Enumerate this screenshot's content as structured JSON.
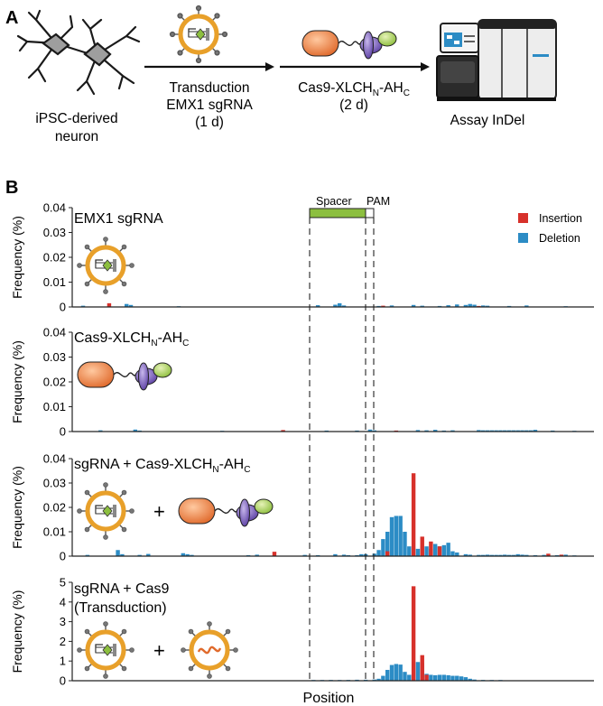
{
  "panel_a": {
    "label": "A",
    "neuron_label_line1": "iPSC-derived",
    "neuron_label_line2": "neuron",
    "step1_line1": "Transduction",
    "step1_line2": "EMX1 sgRNA",
    "step1_line3": "(1 d)",
    "step2_main": "Cas9-XLCH",
    "step2_sub1": "N",
    "step2_mid": "-AH",
    "step2_sub2": "C",
    "step2_line2": "(2 d)",
    "assay_label": "Assay InDel"
  },
  "panel_b": {
    "label": "B",
    "spacer_label": "Spacer",
    "pam_label": "PAM",
    "xlabel": "Position",
    "ylabel": "Frequency (%)",
    "legend": [
      {
        "name": "Insertion",
        "color": "#d7312b"
      },
      {
        "name": "Deletion",
        "color": "#2c8cc5"
      }
    ],
    "spacer_color": "#8cbf3f"
  },
  "chart_data": [
    {
      "type": "bar",
      "title": "EMX1 sgRNA",
      "ylabel": "Frequency (%)",
      "ylim": [
        0,
        0.04
      ],
      "yticks": [
        "0",
        "0.01",
        "0.02",
        "0.03",
        "0.04"
      ],
      "deletion": [
        [
          2,
          0.0005
        ],
        [
          12,
          0.0012
        ],
        [
          13,
          0.0008
        ],
        [
          24,
          0.0003
        ],
        [
          56,
          0.0007
        ],
        [
          60,
          0.0009
        ],
        [
          61,
          0.0015
        ],
        [
          62,
          0.0006
        ],
        [
          70,
          0.0004
        ],
        [
          73,
          0.0006
        ],
        [
          78,
          0.0008
        ],
        [
          80,
          0.0005
        ],
        [
          84,
          0.0004
        ],
        [
          86,
          0.0007
        ],
        [
          88,
          0.001
        ],
        [
          90,
          0.0008
        ],
        [
          91,
          0.0012
        ],
        [
          92,
          0.0009
        ],
        [
          94,
          0.0006
        ],
        [
          95,
          0.0005
        ],
        [
          100,
          0.0004
        ],
        [
          104,
          0.0006
        ],
        [
          113,
          0.0003
        ]
      ],
      "insertion": [
        [
          8,
          0.0015
        ],
        [
          71,
          0.0005
        ],
        [
          93,
          0.0004
        ]
      ]
    },
    {
      "type": "bar",
      "title_main": "Cas9-XLCH",
      "title_sub1": "N",
      "title_mid": "-AH",
      "title_sub2": "C",
      "ylabel": "Frequency (%)",
      "ylim": [
        0,
        0.04
      ],
      "yticks": [
        "0",
        "0.01",
        "0.02",
        "0.03",
        "0.04"
      ],
      "deletion": [
        [
          6,
          0.0005
        ],
        [
          14,
          0.0008
        ],
        [
          15,
          0.0004
        ],
        [
          34,
          0.0003
        ],
        [
          58,
          0.0004
        ],
        [
          65,
          0.0004
        ],
        [
          68,
          0.0008
        ],
        [
          69,
          0.0005
        ],
        [
          79,
          0.0006
        ],
        [
          81,
          0.0005
        ],
        [
          83,
          0.0007
        ],
        [
          85,
          0.0004
        ],
        [
          87,
          0.0005
        ],
        [
          93,
          0.0006
        ],
        [
          94,
          0.0005
        ],
        [
          95,
          0.0005
        ],
        [
          96,
          0.0005
        ],
        [
          97,
          0.0005
        ],
        [
          98,
          0.0005
        ],
        [
          99,
          0.0005
        ],
        [
          100,
          0.0005
        ],
        [
          101,
          0.0005
        ],
        [
          102,
          0.0005
        ],
        [
          103,
          0.0005
        ],
        [
          104,
          0.0005
        ],
        [
          105,
          0.0005
        ],
        [
          106,
          0.0007
        ],
        [
          110,
          0.0004
        ],
        [
          115,
          0.0003
        ]
      ],
      "insertion": [
        [
          48,
          0.0006
        ],
        [
          74,
          0.0004
        ]
      ]
    },
    {
      "type": "bar",
      "title_main": "sgRNA + Cas9-XLCH",
      "title_sub1": "N",
      "title_mid": "-AH",
      "title_sub2": "C",
      "ylabel": "Frequency (%)",
      "ylim": [
        0,
        0.04
      ],
      "yticks": [
        "0",
        "0.01",
        "0.02",
        "0.03",
        "0.04"
      ],
      "deletion": [
        [
          3,
          0.0005
        ],
        [
          10,
          0.0025
        ],
        [
          11,
          0.0008
        ],
        [
          15,
          0.0005
        ],
        [
          17,
          0.0009
        ],
        [
          25,
          0.0012
        ],
        [
          26,
          0.0008
        ],
        [
          27,
          0.0005
        ],
        [
          40,
          0.0004
        ],
        [
          42,
          0.0006
        ],
        [
          53,
          0.0005
        ],
        [
          56,
          0.0004
        ],
        [
          60,
          0.0008
        ],
        [
          62,
          0.0006
        ],
        [
          63,
          0.0004
        ],
        [
          65,
          0.0004
        ],
        [
          66,
          0.0008
        ],
        [
          67,
          0.0008
        ],
        [
          69,
          0.001
        ],
        [
          70,
          0.0025
        ],
        [
          71,
          0.007
        ],
        [
          72,
          0.01
        ],
        [
          73,
          0.016
        ],
        [
          74,
          0.0165
        ],
        [
          75,
          0.0165
        ],
        [
          76,
          0.01
        ],
        [
          77,
          0.004
        ],
        [
          79,
          0.003
        ],
        [
          80,
          0.004
        ],
        [
          81,
          0.004
        ],
        [
          82,
          0.003
        ],
        [
          83,
          0.005
        ],
        [
          84,
          0.004
        ],
        [
          85,
          0.0045
        ],
        [
          86,
          0.0055
        ],
        [
          87,
          0.002
        ],
        [
          88,
          0.0015
        ],
        [
          90,
          0.0008
        ],
        [
          91,
          0.0006
        ],
        [
          93,
          0.0005
        ],
        [
          94,
          0.0005
        ],
        [
          95,
          0.0006
        ],
        [
          96,
          0.0005
        ],
        [
          97,
          0.0005
        ],
        [
          98,
          0.0005
        ],
        [
          99,
          0.0006
        ],
        [
          100,
          0.0005
        ],
        [
          101,
          0.0005
        ],
        [
          102,
          0.0008
        ],
        [
          103,
          0.0006
        ],
        [
          104,
          0.0005
        ],
        [
          106,
          0.0004
        ],
        [
          108,
          0.0005
        ],
        [
          111,
          0.0004
        ],
        [
          113,
          0.0006
        ],
        [
          115,
          0.0003
        ]
      ],
      "insertion": [
        [
          46,
          0.0018
        ],
        [
          72,
          0.002
        ],
        [
          78,
          0.034
        ],
        [
          80,
          0.008
        ],
        [
          82,
          0.006
        ],
        [
          84,
          0.004
        ],
        [
          109,
          0.001
        ],
        [
          112,
          0.0006
        ]
      ]
    },
    {
      "type": "bar",
      "title_line1": "sgRNA + Cas9",
      "title_line2": "(Transduction)",
      "ylabel": "Frequency (%)",
      "ylim": [
        0,
        5
      ],
      "yticks": [
        "0",
        "1",
        "2",
        "3",
        "4",
        "5"
      ],
      "deletion": [
        [
          55,
          0.03
        ],
        [
          57,
          0.03
        ],
        [
          59,
          0.04
        ],
        [
          61,
          0.03
        ],
        [
          63,
          0.04
        ],
        [
          65,
          0.05
        ],
        [
          67,
          0.05
        ],
        [
          69,
          0.06
        ],
        [
          70,
          0.1
        ],
        [
          71,
          0.25
        ],
        [
          72,
          0.55
        ],
        [
          73,
          0.8
        ],
        [
          74,
          0.85
        ],
        [
          75,
          0.82
        ],
        [
          76,
          0.45
        ],
        [
          77,
          0.3
        ],
        [
          79,
          0.95
        ],
        [
          80,
          0.9
        ],
        [
          81,
          0.35
        ],
        [
          82,
          0.3
        ],
        [
          83,
          0.28
        ],
        [
          84,
          0.3
        ],
        [
          85,
          0.3
        ],
        [
          86,
          0.28
        ],
        [
          87,
          0.25
        ],
        [
          88,
          0.25
        ],
        [
          89,
          0.22
        ],
        [
          90,
          0.18
        ],
        [
          91,
          0.1
        ],
        [
          92,
          0.06
        ],
        [
          94,
          0.04
        ],
        [
          96,
          0.03
        ],
        [
          98,
          0.03
        ]
      ],
      "insertion": [
        [
          78,
          4.8
        ],
        [
          80,
          1.3
        ],
        [
          81,
          0.3
        ]
      ]
    }
  ]
}
